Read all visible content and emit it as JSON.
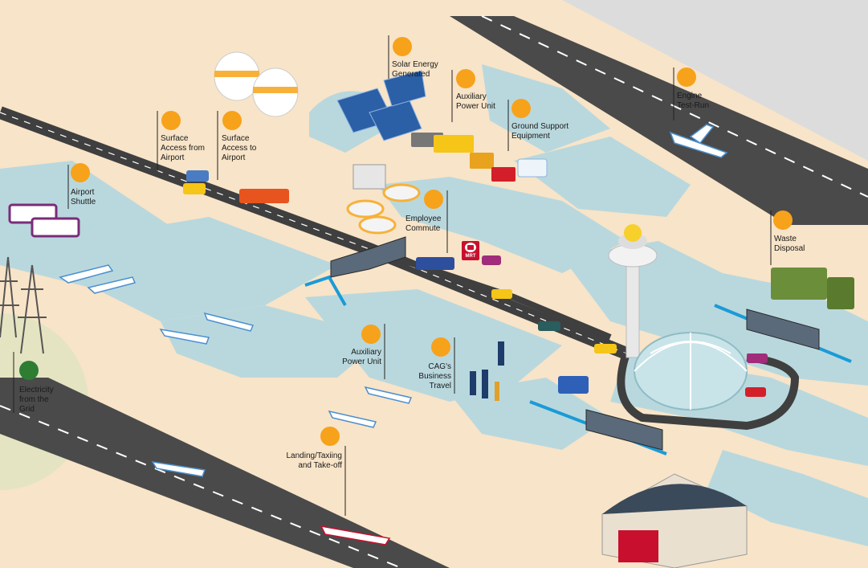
{
  "colors": {
    "background": "#f8e4c8",
    "apron": "#b9d8de",
    "road": "#3f3f3f",
    "runway": "#4a4a4a",
    "scope_marker": "#f7a21b",
    "grid_marker": "#2e7d32",
    "rail_line": "#1a9bd7"
  },
  "labels": {
    "solar": [
      "Solar Energy",
      "Generated"
    ],
    "apu_top": [
      "Auxiliary",
      "Power Unit"
    ],
    "gse": [
      "Ground Support",
      "Equipment"
    ],
    "engine": [
      "Engine",
      "Test-Run"
    ],
    "surface_from": [
      "Surface",
      "Access from",
      "Airport"
    ],
    "surface_to": [
      "Surface",
      "Access to",
      "Airport"
    ],
    "shuttle": [
      "Airport",
      "Shuttle"
    ],
    "commute": [
      "Employee",
      "Commute"
    ],
    "waste": [
      "Waste",
      "Disposal"
    ],
    "electricity": [
      "Electricity",
      "from the",
      "Grid"
    ],
    "apu_mid": [
      "Auxiliary",
      "Power Unit"
    ],
    "business": [
      "CAG's",
      "Business",
      "Travel"
    ],
    "landing": [
      "Landing/Taxiing",
      "and Take-off"
    ],
    "mrt_sign": "MRT"
  },
  "icons": {
    "scope_marker": "orange-circle-icon",
    "grid_marker": "green-circle-icon",
    "mrt": "mrt-station-sign-icon"
  }
}
